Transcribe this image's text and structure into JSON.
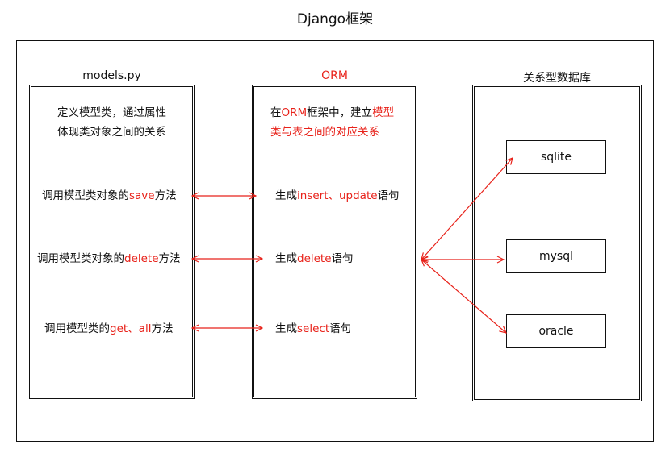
{
  "title": "Django框架",
  "colors": {
    "line": "#111111",
    "accent": "#e8221a"
  },
  "models": {
    "label": "models.py",
    "intro_line1": "定义模型类，通过属性",
    "intro_line2": "体现类对象之间的关系",
    "row1": {
      "pre": "调用模型类对象的",
      "hl": "save",
      "post": "方法"
    },
    "row2": {
      "pre": "调用模型类对象的",
      "hl": "delete",
      "post": "方法"
    },
    "row3": {
      "pre": "调用模型类的",
      "hl": "get、all",
      "post": "方法"
    }
  },
  "orm": {
    "label": "ORM",
    "intro_a": "在",
    "intro_b": "ORM",
    "intro_c": "框架中，建立",
    "intro_d": "模型",
    "intro_line2": "类与表之间的对应关系",
    "row1": {
      "pre": "生成",
      "hl": "insert、update",
      "post": "语句"
    },
    "row2": {
      "pre": "生成",
      "hl": "delete",
      "post": "语句"
    },
    "row3": {
      "pre": "生成",
      "hl": "select",
      "post": "语句"
    }
  },
  "db": {
    "label": "关系型数据库",
    "items": [
      "sqlite",
      "mysql",
      "oracle"
    ]
  }
}
